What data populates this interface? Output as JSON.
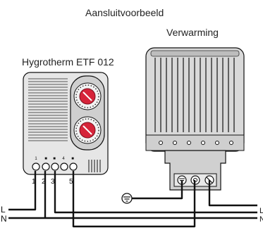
{
  "diagram": {
    "title": "Aansluitvoorbeeld",
    "heater_label": "Verwarming",
    "device_label": "Hygrotherm ETF 012",
    "terminal_top_labels": [
      "1",
      "■",
      "■",
      "4",
      "■"
    ],
    "terminal_wire_labels": [
      "1",
      "2",
      "3",
      "5"
    ],
    "line_left_labels": [
      "L",
      "N"
    ],
    "line_right_labels": [
      "L",
      "N"
    ]
  },
  "icons": {
    "ground": "ground-icon",
    "heater_terminals": [
      "earth-terminal-icon",
      "live-terminal-icon",
      "neutral-terminal-icon"
    ]
  },
  "colors": {
    "knob": "#d6243a",
    "device_body": "#e6e6e6",
    "heater_body": "#d9d9d9",
    "stroke": "#111111"
  }
}
